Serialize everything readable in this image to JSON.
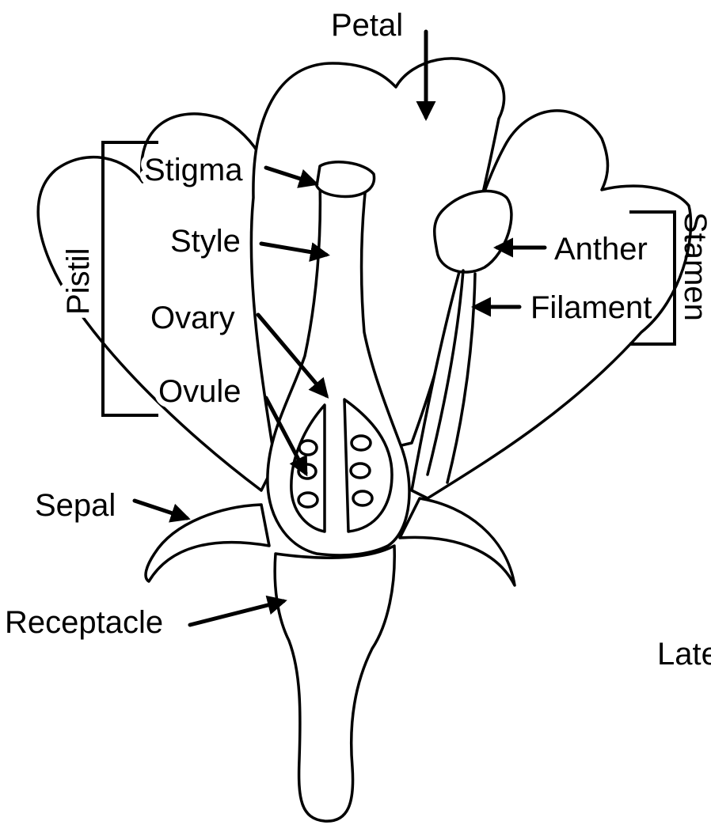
{
  "labels": {
    "petal": "Petal",
    "stigma": "Stigma",
    "style": "Style",
    "ovary": "Ovary",
    "ovule": "Ovule",
    "pistil": "Pistil",
    "anther": "Anther",
    "filament": "Filament",
    "stamen": "Stamen",
    "sepal": "Sepal",
    "receptacle": "Receptacle",
    "cut_off": "Late"
  }
}
